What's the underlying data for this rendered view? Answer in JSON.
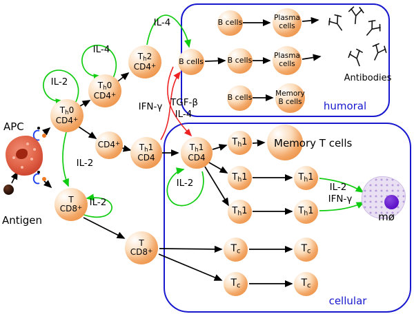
{
  "colors": {
    "box_border": "#1717cf",
    "green": "#10cc10",
    "red": "#ee2222",
    "cell_orange": "#e87f28",
    "label_blue": "#1717cf"
  },
  "diagram": {
    "apc": "APC",
    "antigen": "Antigen"
  },
  "cytokines": {
    "il2_th0": "IL-2",
    "il4_th0": "IL-4",
    "il4_top": "IL-4",
    "il2_mid": "IL-2",
    "il2_cd8": "IL-2",
    "ifng": "IFN-γ",
    "tgfb": "TGF-β",
    "il4_cross": "IL-4",
    "il2_th1": "IL-2",
    "il2_mac": "IL-2",
    "ifng_mac": "IFN-γ"
  },
  "humoral": {
    "title": "humoral",
    "antibodies": "Antibodies"
  },
  "cellular": {
    "title": "cellular",
    "memory_t": "Memory T cells",
    "macrophage": "mø"
  },
  "cells": {
    "th0a": {
      "lines": [
        [
          {
            "t": "T"
          },
          {
            "sub": "h"
          },
          {
            "t": "0"
          }
        ],
        [
          {
            "t": "CD4"
          },
          {
            "sup": "+"
          }
        ]
      ]
    },
    "th0b": {
      "lines": [
        [
          {
            "t": "T"
          },
          {
            "sub": "h"
          },
          {
            "t": "0"
          }
        ],
        [
          {
            "t": "CD4"
          },
          {
            "sup": "+"
          }
        ]
      ]
    },
    "th2": {
      "lines": [
        [
          {
            "t": "T"
          },
          {
            "sub": "h"
          },
          {
            "t": "2"
          }
        ],
        [
          {
            "t": "CD4"
          },
          {
            "sup": "+"
          }
        ]
      ]
    },
    "cd4": {
      "lines": [
        [
          {
            "t": "CD4"
          },
          {
            "sup": "+"
          }
        ]
      ]
    },
    "th1a": {
      "lines": [
        [
          {
            "t": "T"
          },
          {
            "sub": "h"
          },
          {
            "t": "1"
          }
        ],
        [
          {
            "t": "CD4"
          }
        ]
      ]
    },
    "th1b": {
      "lines": [
        [
          {
            "t": "T"
          },
          {
            "sub": "h"
          },
          {
            "t": "1"
          }
        ],
        [
          {
            "t": "CD4"
          }
        ]
      ]
    },
    "tcd8a": {
      "lines": [
        [
          {
            "t": "T"
          }
        ],
        [
          {
            "t": "CD8"
          },
          {
            "sup": "+"
          }
        ]
      ]
    },
    "tcd8b": {
      "lines": [
        [
          {
            "t": "T"
          }
        ],
        [
          {
            "t": "CD8"
          },
          {
            "sup": "+"
          }
        ]
      ]
    },
    "b_left": {
      "lines": [
        [
          {
            "t": "B cells"
          }
        ]
      ]
    },
    "b1": {
      "lines": [
        [
          {
            "t": "B cells"
          }
        ]
      ]
    },
    "b2": {
      "lines": [
        [
          {
            "t": "B cells"
          }
        ]
      ]
    },
    "b3": {
      "lines": [
        [
          {
            "t": "B cells"
          }
        ]
      ]
    },
    "plasma1": {
      "lines": [
        [
          {
            "t": "Plasma"
          }
        ],
        [
          {
            "t": "cells"
          }
        ]
      ]
    },
    "plasma2": {
      "lines": [
        [
          {
            "t": "Plasma"
          }
        ],
        [
          {
            "t": "cells"
          }
        ]
      ]
    },
    "memory_b": {
      "lines": [
        [
          {
            "t": "Memory"
          }
        ],
        [
          {
            "t": "B cells"
          }
        ]
      ]
    },
    "th1r1": {
      "lines": [
        [
          {
            "t": "T"
          },
          {
            "sub": "h"
          },
          {
            "t": "1"
          }
        ]
      ]
    },
    "th1r2": {
      "lines": [
        [
          {
            "t": "T"
          },
          {
            "sub": "h"
          },
          {
            "t": "1"
          }
        ]
      ]
    },
    "th1r2b": {
      "lines": [
        [
          {
            "t": "T"
          },
          {
            "sub": "h"
          },
          {
            "t": "1"
          }
        ]
      ]
    },
    "th1r3": {
      "lines": [
        [
          {
            "t": "T"
          },
          {
            "sub": "h"
          },
          {
            "t": "1"
          }
        ]
      ]
    },
    "th1r3b": {
      "lines": [
        [
          {
            "t": "T"
          },
          {
            "sub": "h"
          },
          {
            "t": "1"
          }
        ]
      ]
    },
    "tc1": {
      "lines": [
        [
          {
            "t": "T"
          },
          {
            "sub": "c"
          }
        ]
      ]
    },
    "tc1b": {
      "lines": [
        [
          {
            "t": "T"
          },
          {
            "sub": "c"
          }
        ]
      ]
    },
    "tc2": {
      "lines": [
        [
          {
            "t": "T"
          },
          {
            "sub": "c"
          }
        ]
      ]
    },
    "tc2b": {
      "lines": [
        [
          {
            "t": "T"
          },
          {
            "sub": "c"
          }
        ]
      ]
    }
  }
}
